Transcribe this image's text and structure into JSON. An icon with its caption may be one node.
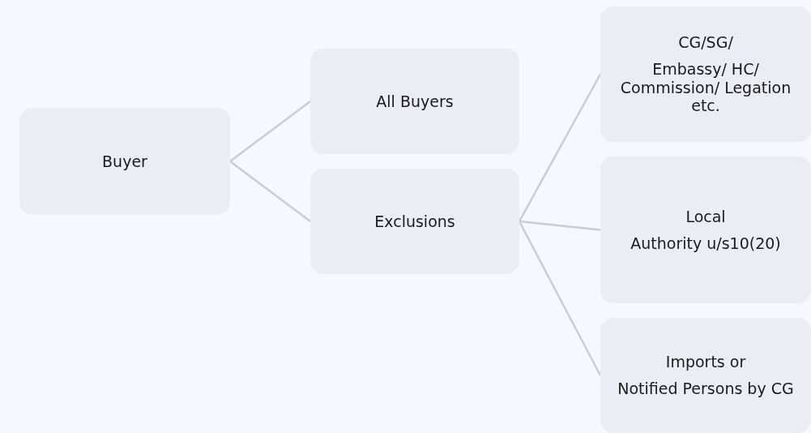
{
  "diagram": {
    "nodes": [
      {
        "text": [
          "Buyer"
        ]
      },
      {
        "text": [
          "All Buyers"
        ]
      },
      {
        "text": [
          "Exclusions"
        ]
      },
      {
        "text": [
          "CG/SG/",
          "Embassy/ HC/ Commission/ Legation etc."
        ]
      },
      {
        "text": [
          "Local",
          "Authority u/s10(20)"
        ]
      },
      {
        "text": [
          "Imports or",
          "Notified Persons by CG"
        ]
      }
    ],
    "edges": [
      {
        "from": 0,
        "to": 1,
        "arrow": "none"
      },
      {
        "from": 0,
        "to": 2,
        "arrow": "none"
      },
      {
        "from": 2,
        "to": 3,
        "arrow": "none"
      },
      {
        "from": 2,
        "to": 4,
        "arrow": "none"
      },
      {
        "from": 2,
        "to": 5,
        "arrow": "none"
      }
    ]
  }
}
